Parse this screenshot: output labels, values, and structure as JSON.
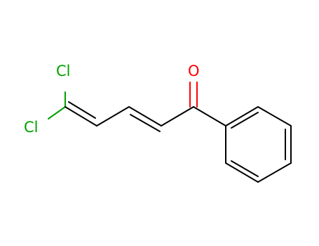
{
  "molecule": {
    "atoms": {
      "cl_upper": {
        "text": "Cl",
        "color": "#00a000"
      },
      "cl_lower": {
        "text": "Cl",
        "color": "#00a000"
      },
      "oxygen": {
        "text": "O",
        "color": "#ff0000"
      }
    },
    "colors": {
      "bond": "#000000",
      "chlorine": "#00a000",
      "oxygen": "#ff0000",
      "background": "#ffffff"
    }
  }
}
